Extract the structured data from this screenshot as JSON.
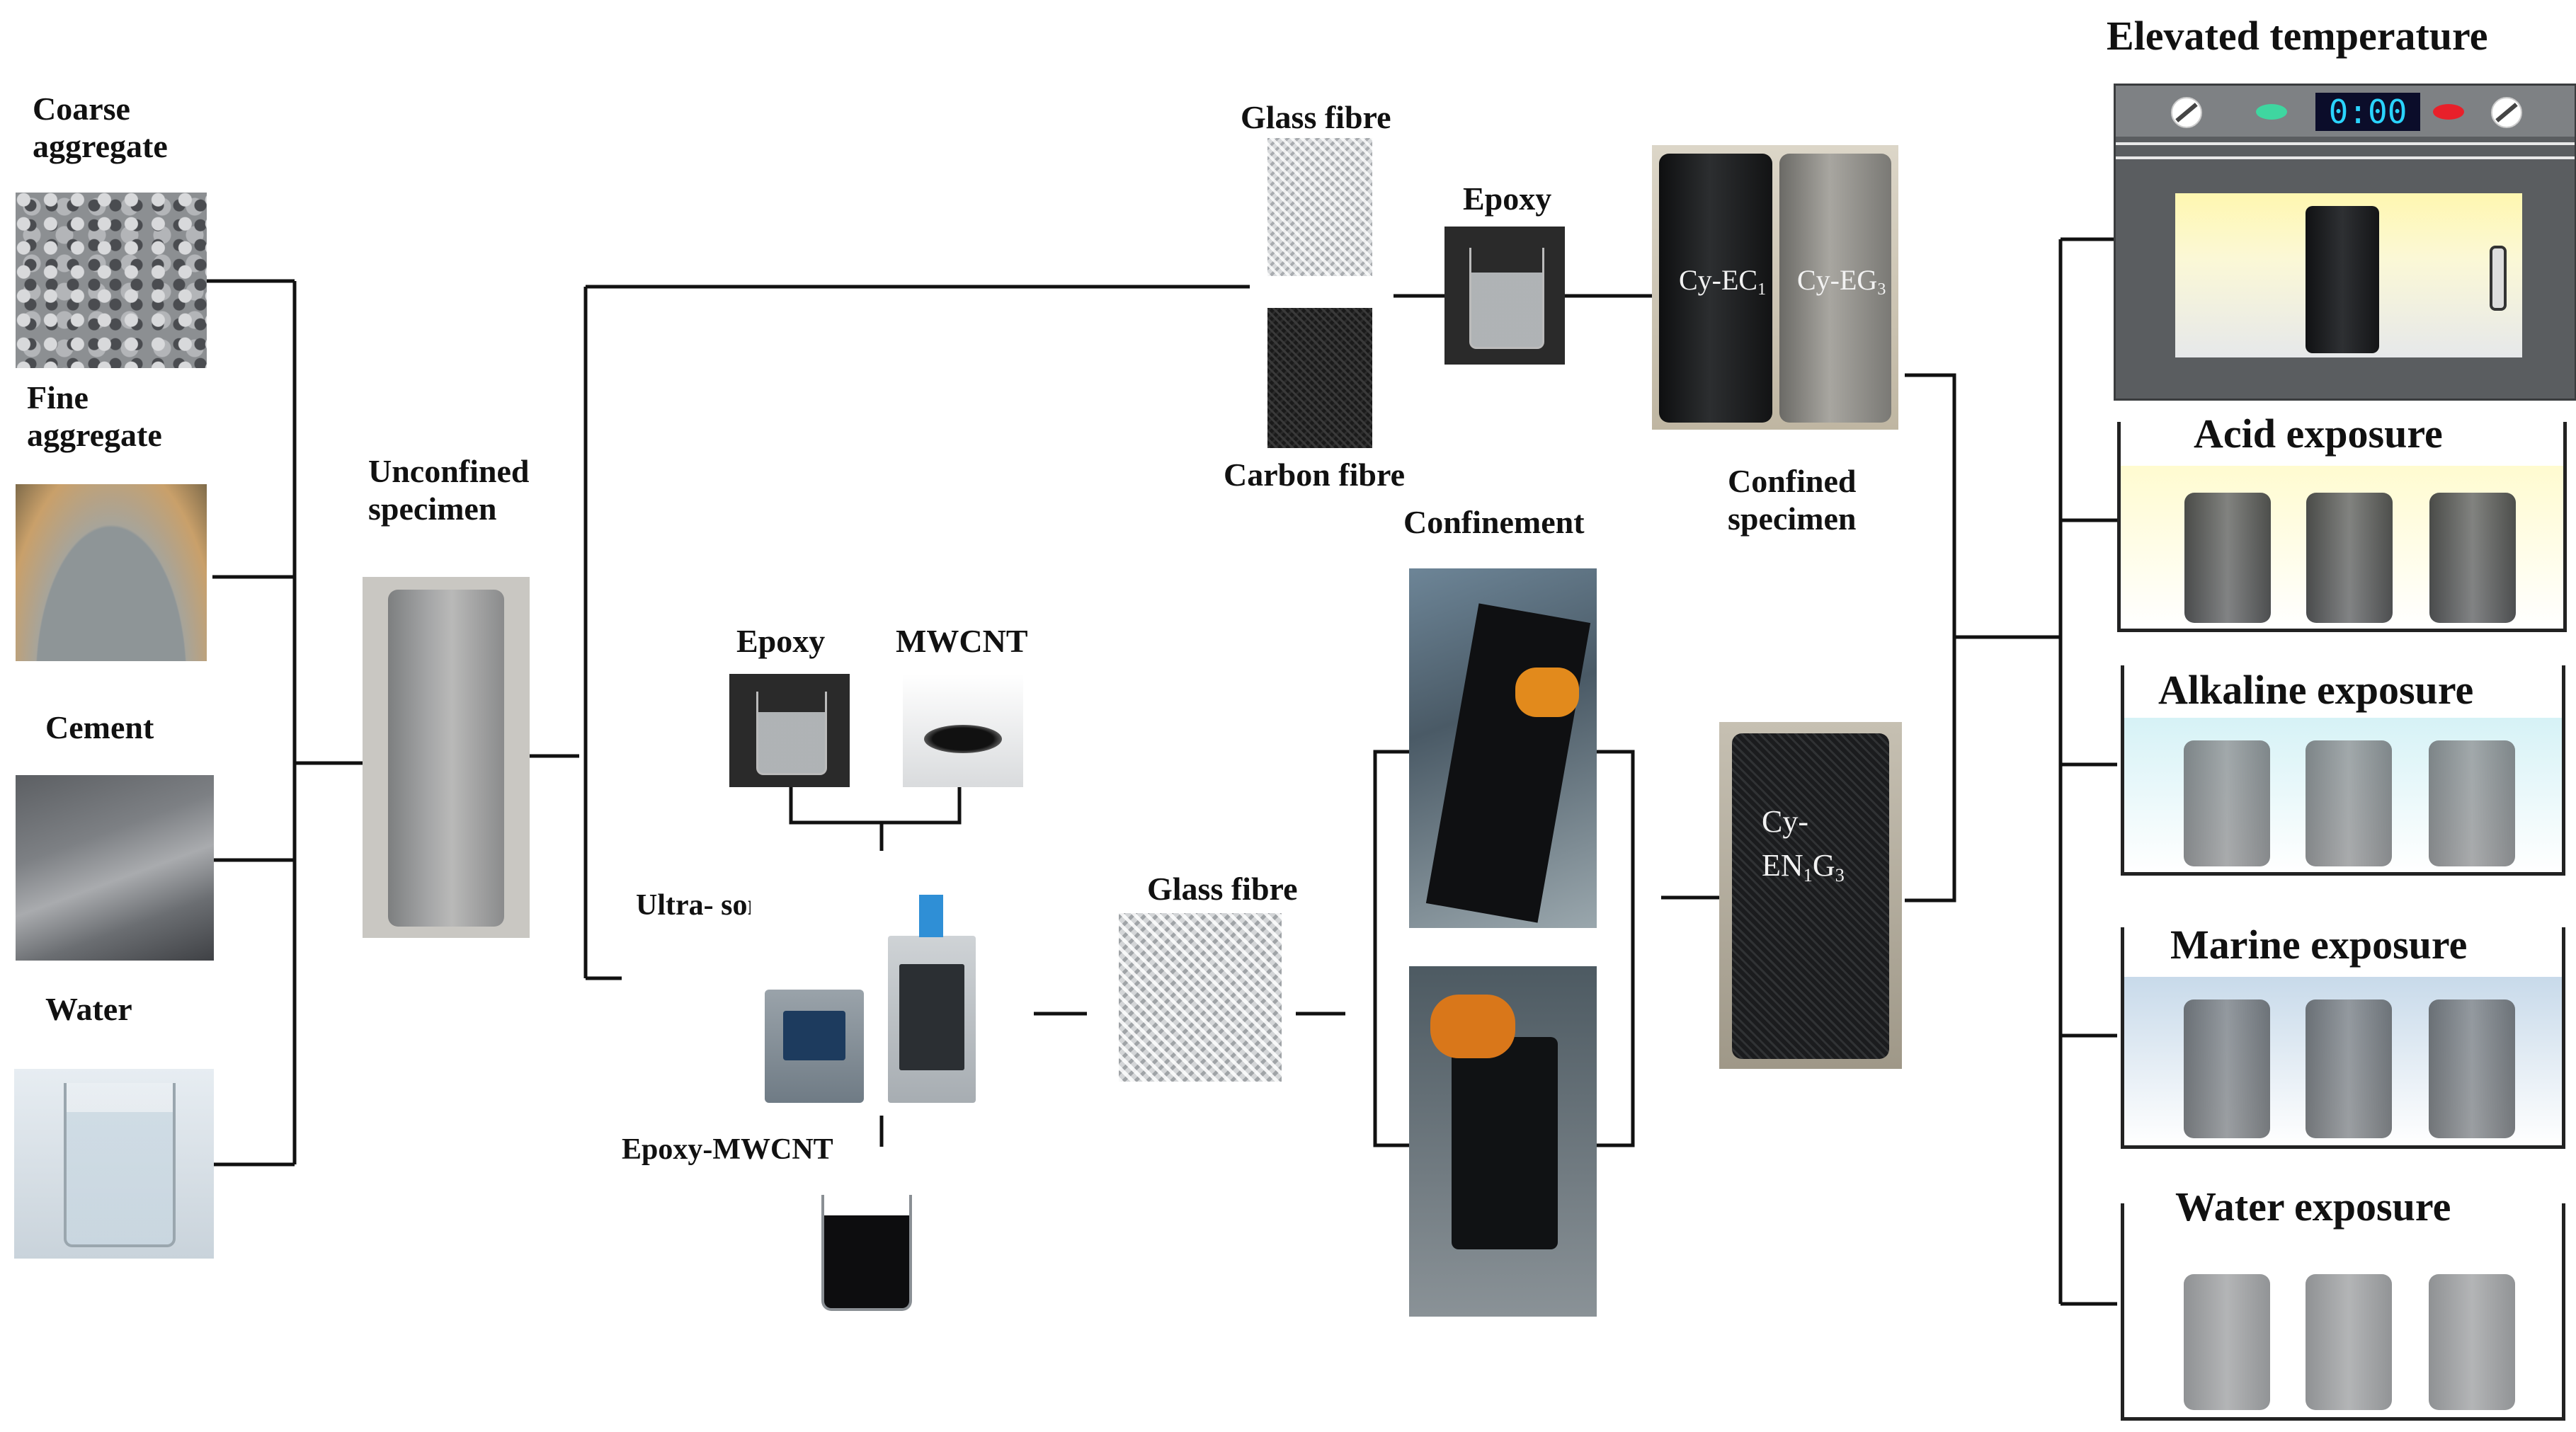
{
  "labels": {
    "coarse_aggregate": "Coarse\naggregate",
    "fine_aggregate": "Fine\naggregate",
    "cement": "Cement",
    "water": "Water",
    "unconfined_specimen": "Unconfined\nspecimen",
    "glass_fibre_top": "Glass fibre",
    "carbon_fibre": "Carbon fibre",
    "epoxy_top": "Epoxy",
    "confined_specimen": "Confined\nspecimen",
    "confinement": "Confinement",
    "epoxy_mid": "Epoxy",
    "mwcnt": "MWCNT",
    "ultra_sonicator": "Ultra- sonicator",
    "epoxy_mwcnt": "Epoxy-MWCNT",
    "glass_fibre_mid": "Glass fibre",
    "elevated_temperature": "Elevated temperature",
    "acid_exposure": "Acid exposure",
    "alkaline_exposure": "Alkaline exposure",
    "marine_exposure": "Marine exposure",
    "water_exposure": "Water exposure"
  },
  "specimens": {
    "cy_ec1": {
      "base": "Cy-EC",
      "sub": "1"
    },
    "cy_eg3": {
      "base": "Cy-EG",
      "sub": "3"
    },
    "cy_en1g3": {
      "line1": "Cy-",
      "base": "EN",
      "sub1": "1",
      "mid": "G",
      "sub2": "3"
    }
  },
  "oven": {
    "timer": "0:00"
  }
}
